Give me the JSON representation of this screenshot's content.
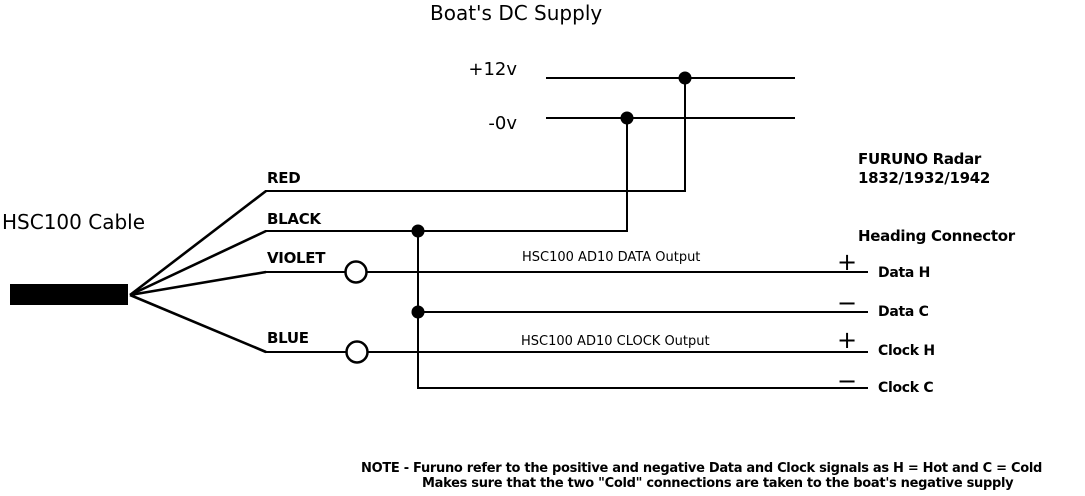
{
  "title": "Boat's DC Supply",
  "supply": {
    "plus_label": "+12v",
    "minus_label": "-0v"
  },
  "cable": {
    "label": "HSC100 Cable"
  },
  "wires": [
    {
      "name": "RED"
    },
    {
      "name": "BLACK"
    },
    {
      "name": "VIOLET"
    },
    {
      "name": "BLUE"
    }
  ],
  "radar": {
    "name": "FURUNO Radar",
    "models": "1832/1932/1942",
    "connector": "Heading Connector"
  },
  "outputs": {
    "data": "HSC100 AD10 DATA Output",
    "clock": "HSC100 AD10 CLOCK Output"
  },
  "terminals": [
    {
      "polarity": "+",
      "label": "Data H"
    },
    {
      "polarity": "−",
      "label": "Data C"
    },
    {
      "polarity": "+",
      "label": "Clock H"
    },
    {
      "polarity": "−",
      "label": "Clock C"
    }
  ],
  "note": {
    "line1": "NOTE - Furuno refer to the positive and negative Data and Clock signals as H = Hot and C = Cold",
    "line2": "Makes sure that the two \"Cold\" connections are taken to the boat's negative supply"
  },
  "colors": {
    "line": "#000000",
    "background": "#ffffff"
  }
}
